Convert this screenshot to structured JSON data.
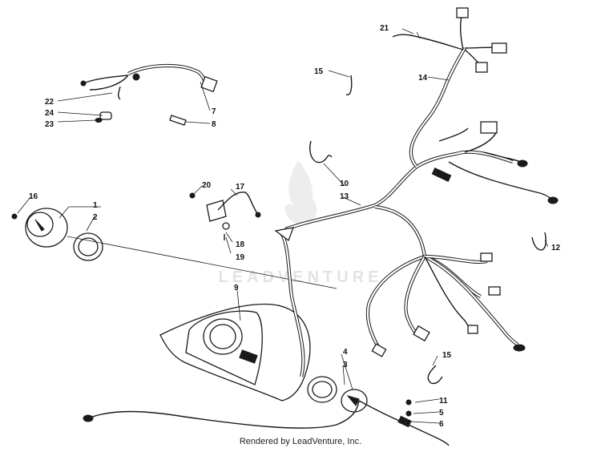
{
  "watermark": {
    "text": "LEADVENTURE"
  },
  "footer": {
    "text": "Rendered by LeadVenture, Inc."
  },
  "callouts": [
    {
      "id": "c1",
      "label": "1"
    },
    {
      "id": "c2",
      "label": "2"
    },
    {
      "id": "c3",
      "label": "3"
    },
    {
      "id": "c4",
      "label": "4"
    },
    {
      "id": "c5",
      "label": "5"
    },
    {
      "id": "c6",
      "label": "6"
    },
    {
      "id": "c7",
      "label": "7"
    },
    {
      "id": "c8",
      "label": "8"
    },
    {
      "id": "c9",
      "label": "9"
    },
    {
      "id": "c10",
      "label": "10"
    },
    {
      "id": "c11",
      "label": "11"
    },
    {
      "id": "c12",
      "label": "12"
    },
    {
      "id": "c13",
      "label": "13"
    },
    {
      "id": "c14",
      "label": "14"
    },
    {
      "id": "c15a",
      "label": "15"
    },
    {
      "id": "c15b",
      "label": "15"
    },
    {
      "id": "c16",
      "label": "16"
    },
    {
      "id": "c17",
      "label": "17"
    },
    {
      "id": "c18",
      "label": "18"
    },
    {
      "id": "c19",
      "label": "19"
    },
    {
      "id": "c20",
      "label": "20"
    },
    {
      "id": "c21",
      "label": "21"
    },
    {
      "id": "c22",
      "label": "22"
    },
    {
      "id": "c23",
      "label": "23"
    },
    {
      "id": "c24",
      "label": "24"
    }
  ]
}
